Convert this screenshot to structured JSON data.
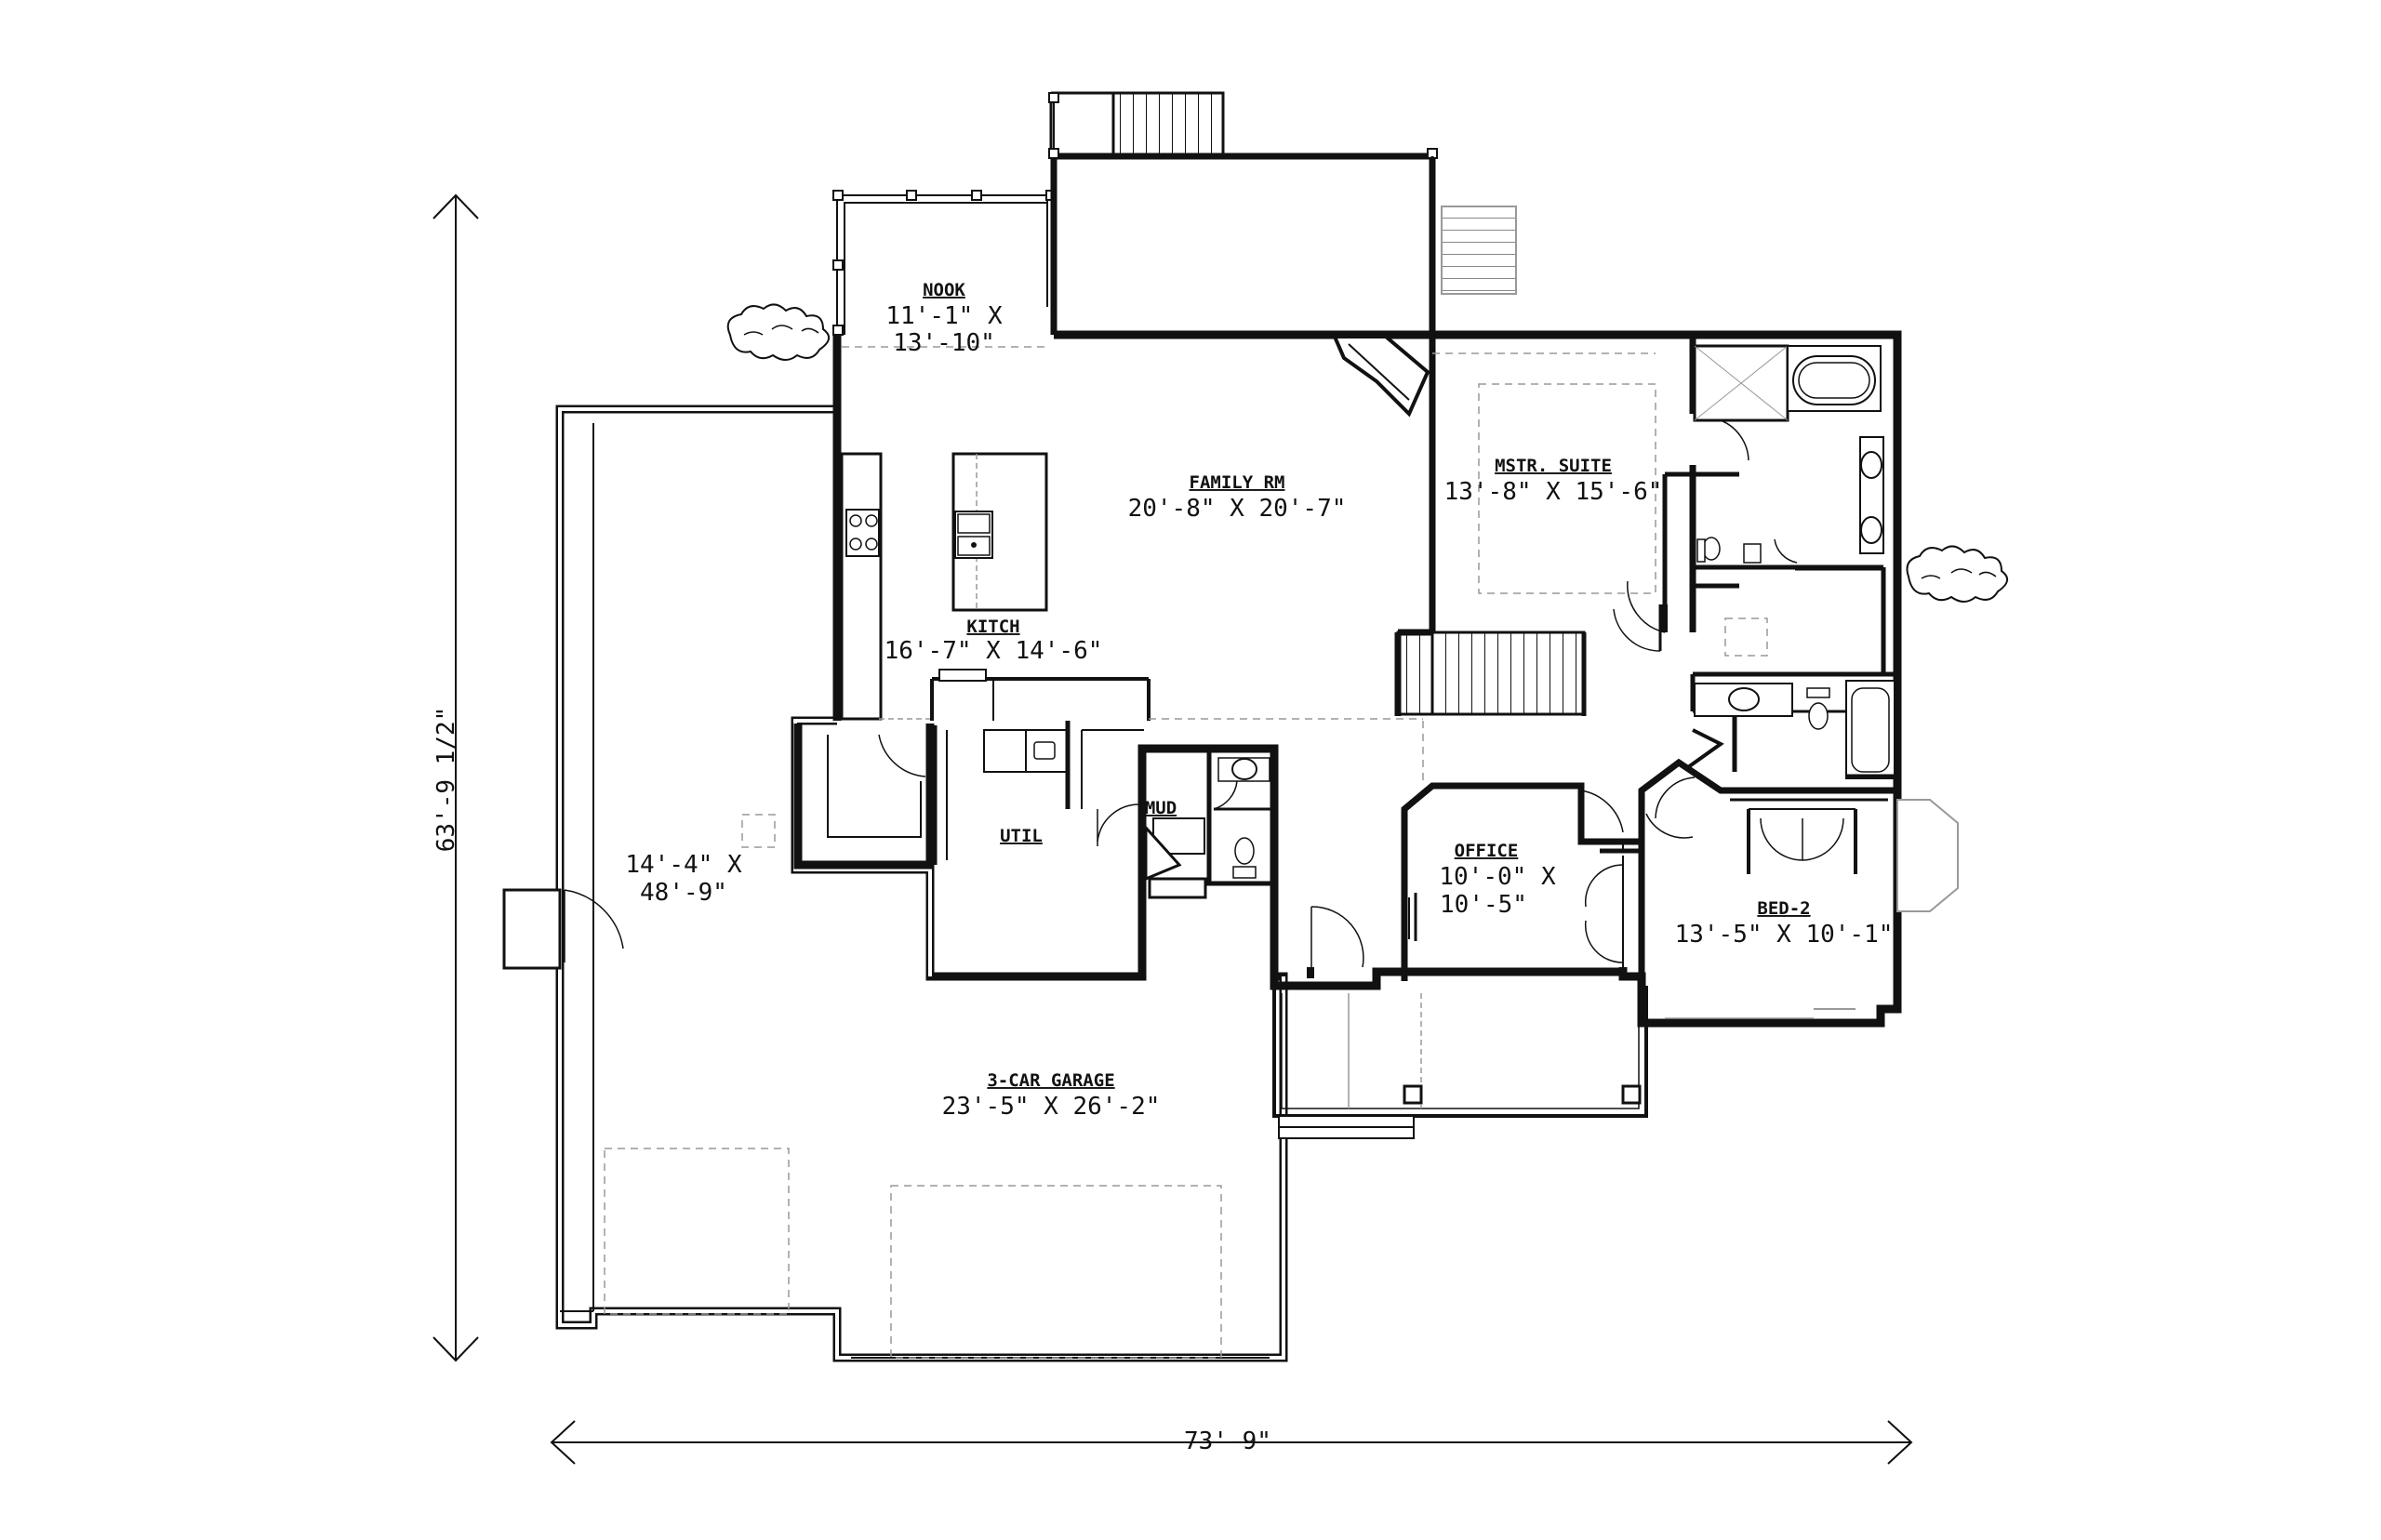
{
  "plan": {
    "rooms": {
      "nook": {
        "name": "NOOK",
        "size_line1": "11'-1\" X",
        "size_line2": "13'-10\""
      },
      "family": {
        "name": "FAMILY RM",
        "size": "20'-8\" X 20'-7\""
      },
      "master": {
        "name": "MSTR. SUITE",
        "size": "13'-8\" X 15'-6\""
      },
      "kitchen": {
        "name": "KITCH",
        "size": "16'-7\" X 14'-6\""
      },
      "util": {
        "name": "UTIL"
      },
      "mud": {
        "name": "MUD"
      },
      "office": {
        "name": "OFFICE",
        "size_line1": "10'-0\" X",
        "size_line2": "10'-5\""
      },
      "bed2": {
        "name": "BED-2",
        "size": "13'-5\" X 10'-1\""
      },
      "rv_bay": {
        "size_line1": "14'-4\" X",
        "size_line2": "48'-9\""
      },
      "garage": {
        "name": "3-CAR GARAGE",
        "size": "23'-5\" X 26'-2\""
      }
    },
    "dimensions": {
      "overall_depth": "63'-9 1/2\"",
      "overall_width": "73'-9\""
    }
  }
}
